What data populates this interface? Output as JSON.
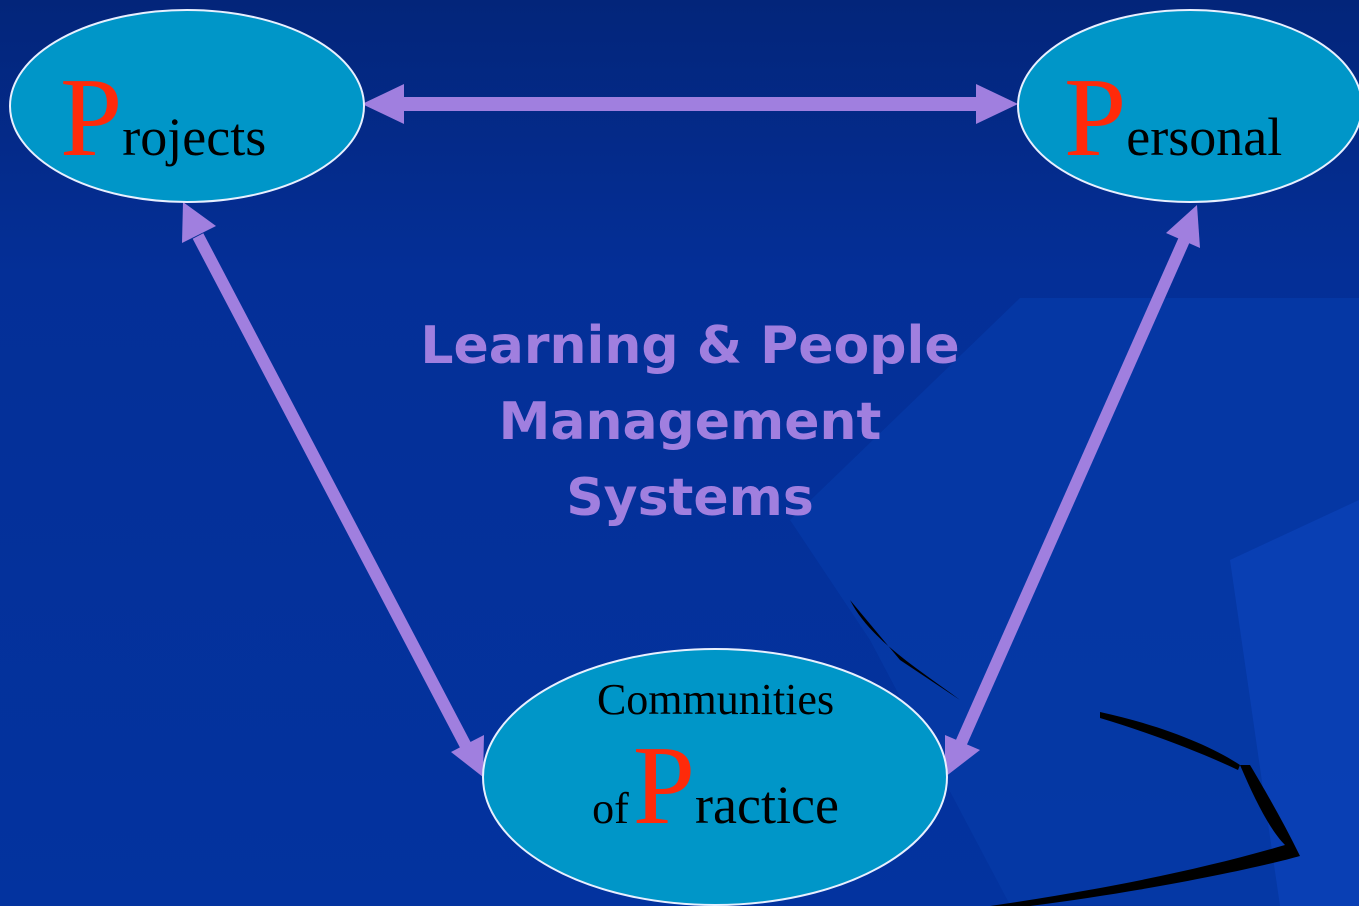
{
  "colors": {
    "background": "#042f97",
    "node_fill": "#0096c8",
    "node_stroke": "#e8f0ff",
    "accent_letter": "#ff2a0a",
    "arrow": "#a07fdf",
    "title": "#a07fdf"
  },
  "nodes": {
    "projects": {
      "initial": "P",
      "rest": "rojects"
    },
    "personal": {
      "initial": "P",
      "rest": "ersonal"
    },
    "communities": {
      "line1": "Communities",
      "prefix": "of",
      "initial": "P",
      "rest": "ractice"
    }
  },
  "center_title": {
    "line1": "Learning & People",
    "line2": "Management",
    "line3": "Systems"
  },
  "connectors": [
    {
      "from": "projects",
      "to": "personal",
      "style": "double-arrow"
    },
    {
      "from": "projects",
      "to": "communities",
      "style": "double-arrow"
    },
    {
      "from": "personal",
      "to": "communities",
      "style": "double-arrow"
    }
  ]
}
